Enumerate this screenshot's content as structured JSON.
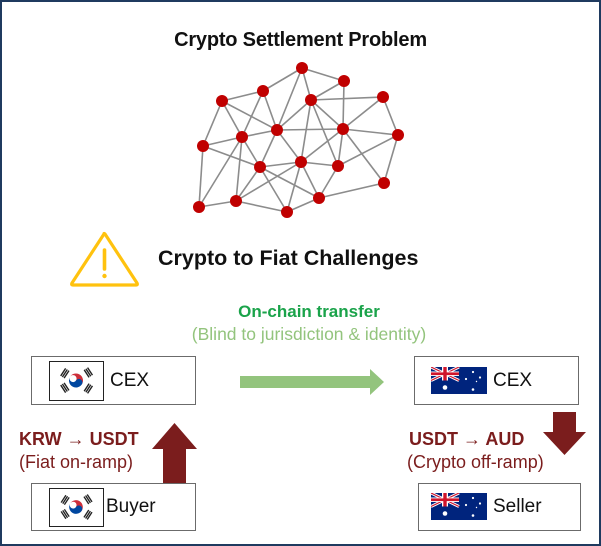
{
  "title": "Crypto Settlement Problem",
  "network": {
    "node_color": "#C00000",
    "edge_color": "#8c8c8c",
    "nodes": [
      "A",
      "B",
      "C",
      "D",
      "E",
      "F",
      "G",
      "H",
      "I",
      "J",
      "K",
      "L",
      "M",
      "N",
      "O",
      "P",
      "Q",
      "R",
      "S"
    ],
    "edges": [
      [
        "A",
        "B"
      ],
      [
        "A",
        "E"
      ],
      [
        "A",
        "C"
      ],
      [
        "A",
        "G"
      ],
      [
        "B",
        "E"
      ],
      [
        "B",
        "H"
      ],
      [
        "C",
        "D"
      ],
      [
        "C",
        "G"
      ],
      [
        "C",
        "I"
      ],
      [
        "D",
        "G"
      ],
      [
        "D",
        "I"
      ],
      [
        "D",
        "K"
      ],
      [
        "E",
        "F"
      ],
      [
        "E",
        "H"
      ],
      [
        "E",
        "G"
      ],
      [
        "E",
        "M"
      ],
      [
        "E",
        "N"
      ],
      [
        "F",
        "H"
      ],
      [
        "F",
        "J"
      ],
      [
        "G",
        "H"
      ],
      [
        "G",
        "I"
      ],
      [
        "G",
        "L"
      ],
      [
        "G",
        "M"
      ],
      [
        "H",
        "J"
      ],
      [
        "H",
        "M"
      ],
      [
        "H",
        "N"
      ],
      [
        "H",
        "O"
      ],
      [
        "I",
        "K"
      ],
      [
        "I",
        "L"
      ],
      [
        "I",
        "Q"
      ],
      [
        "I",
        "R"
      ],
      [
        "J",
        "N"
      ],
      [
        "J",
        "O"
      ],
      [
        "K",
        "L"
      ],
      [
        "K",
        "R"
      ],
      [
        "L",
        "M"
      ],
      [
        "L",
        "Q"
      ],
      [
        "L",
        "S"
      ],
      [
        "L",
        "P"
      ],
      [
        "M",
        "N"
      ],
      [
        "M",
        "Q"
      ],
      [
        "M",
        "S"
      ],
      [
        "M",
        "P"
      ],
      [
        "N",
        "P"
      ],
      [
        "O",
        "P"
      ],
      [
        "P",
        "S"
      ],
      [
        "Q",
        "R"
      ],
      [
        "Q",
        "S"
      ]
    ]
  },
  "warning_icon": "warning-triangle-icon",
  "warning_color": "#FFC20E",
  "subtitle": "Crypto to Fiat Challenges",
  "transfer": {
    "label": "On-chain transfer",
    "note": "(Blind to jurisdiction & identity)",
    "label_color": "#1AA34A",
    "arrow_color": "#93C47D"
  },
  "left": {
    "exchange": {
      "flag": "south-korea-flag",
      "label": "CEX"
    },
    "party": {
      "flag": "south-korea-flag",
      "label": "Buyer"
    },
    "ramp": {
      "main": "KRW → USDT",
      "note": "(Fiat on-ramp)",
      "direction": "up"
    }
  },
  "right": {
    "exchange": {
      "flag": "australia-flag",
      "label": "CEX"
    },
    "party": {
      "flag": "australia-flag",
      "label": "Seller"
    },
    "ramp": {
      "main": "USDT → AUD",
      "note": "(Crypto off-ramp)",
      "direction": "down"
    }
  },
  "ramp_color": "#7B1D1D"
}
